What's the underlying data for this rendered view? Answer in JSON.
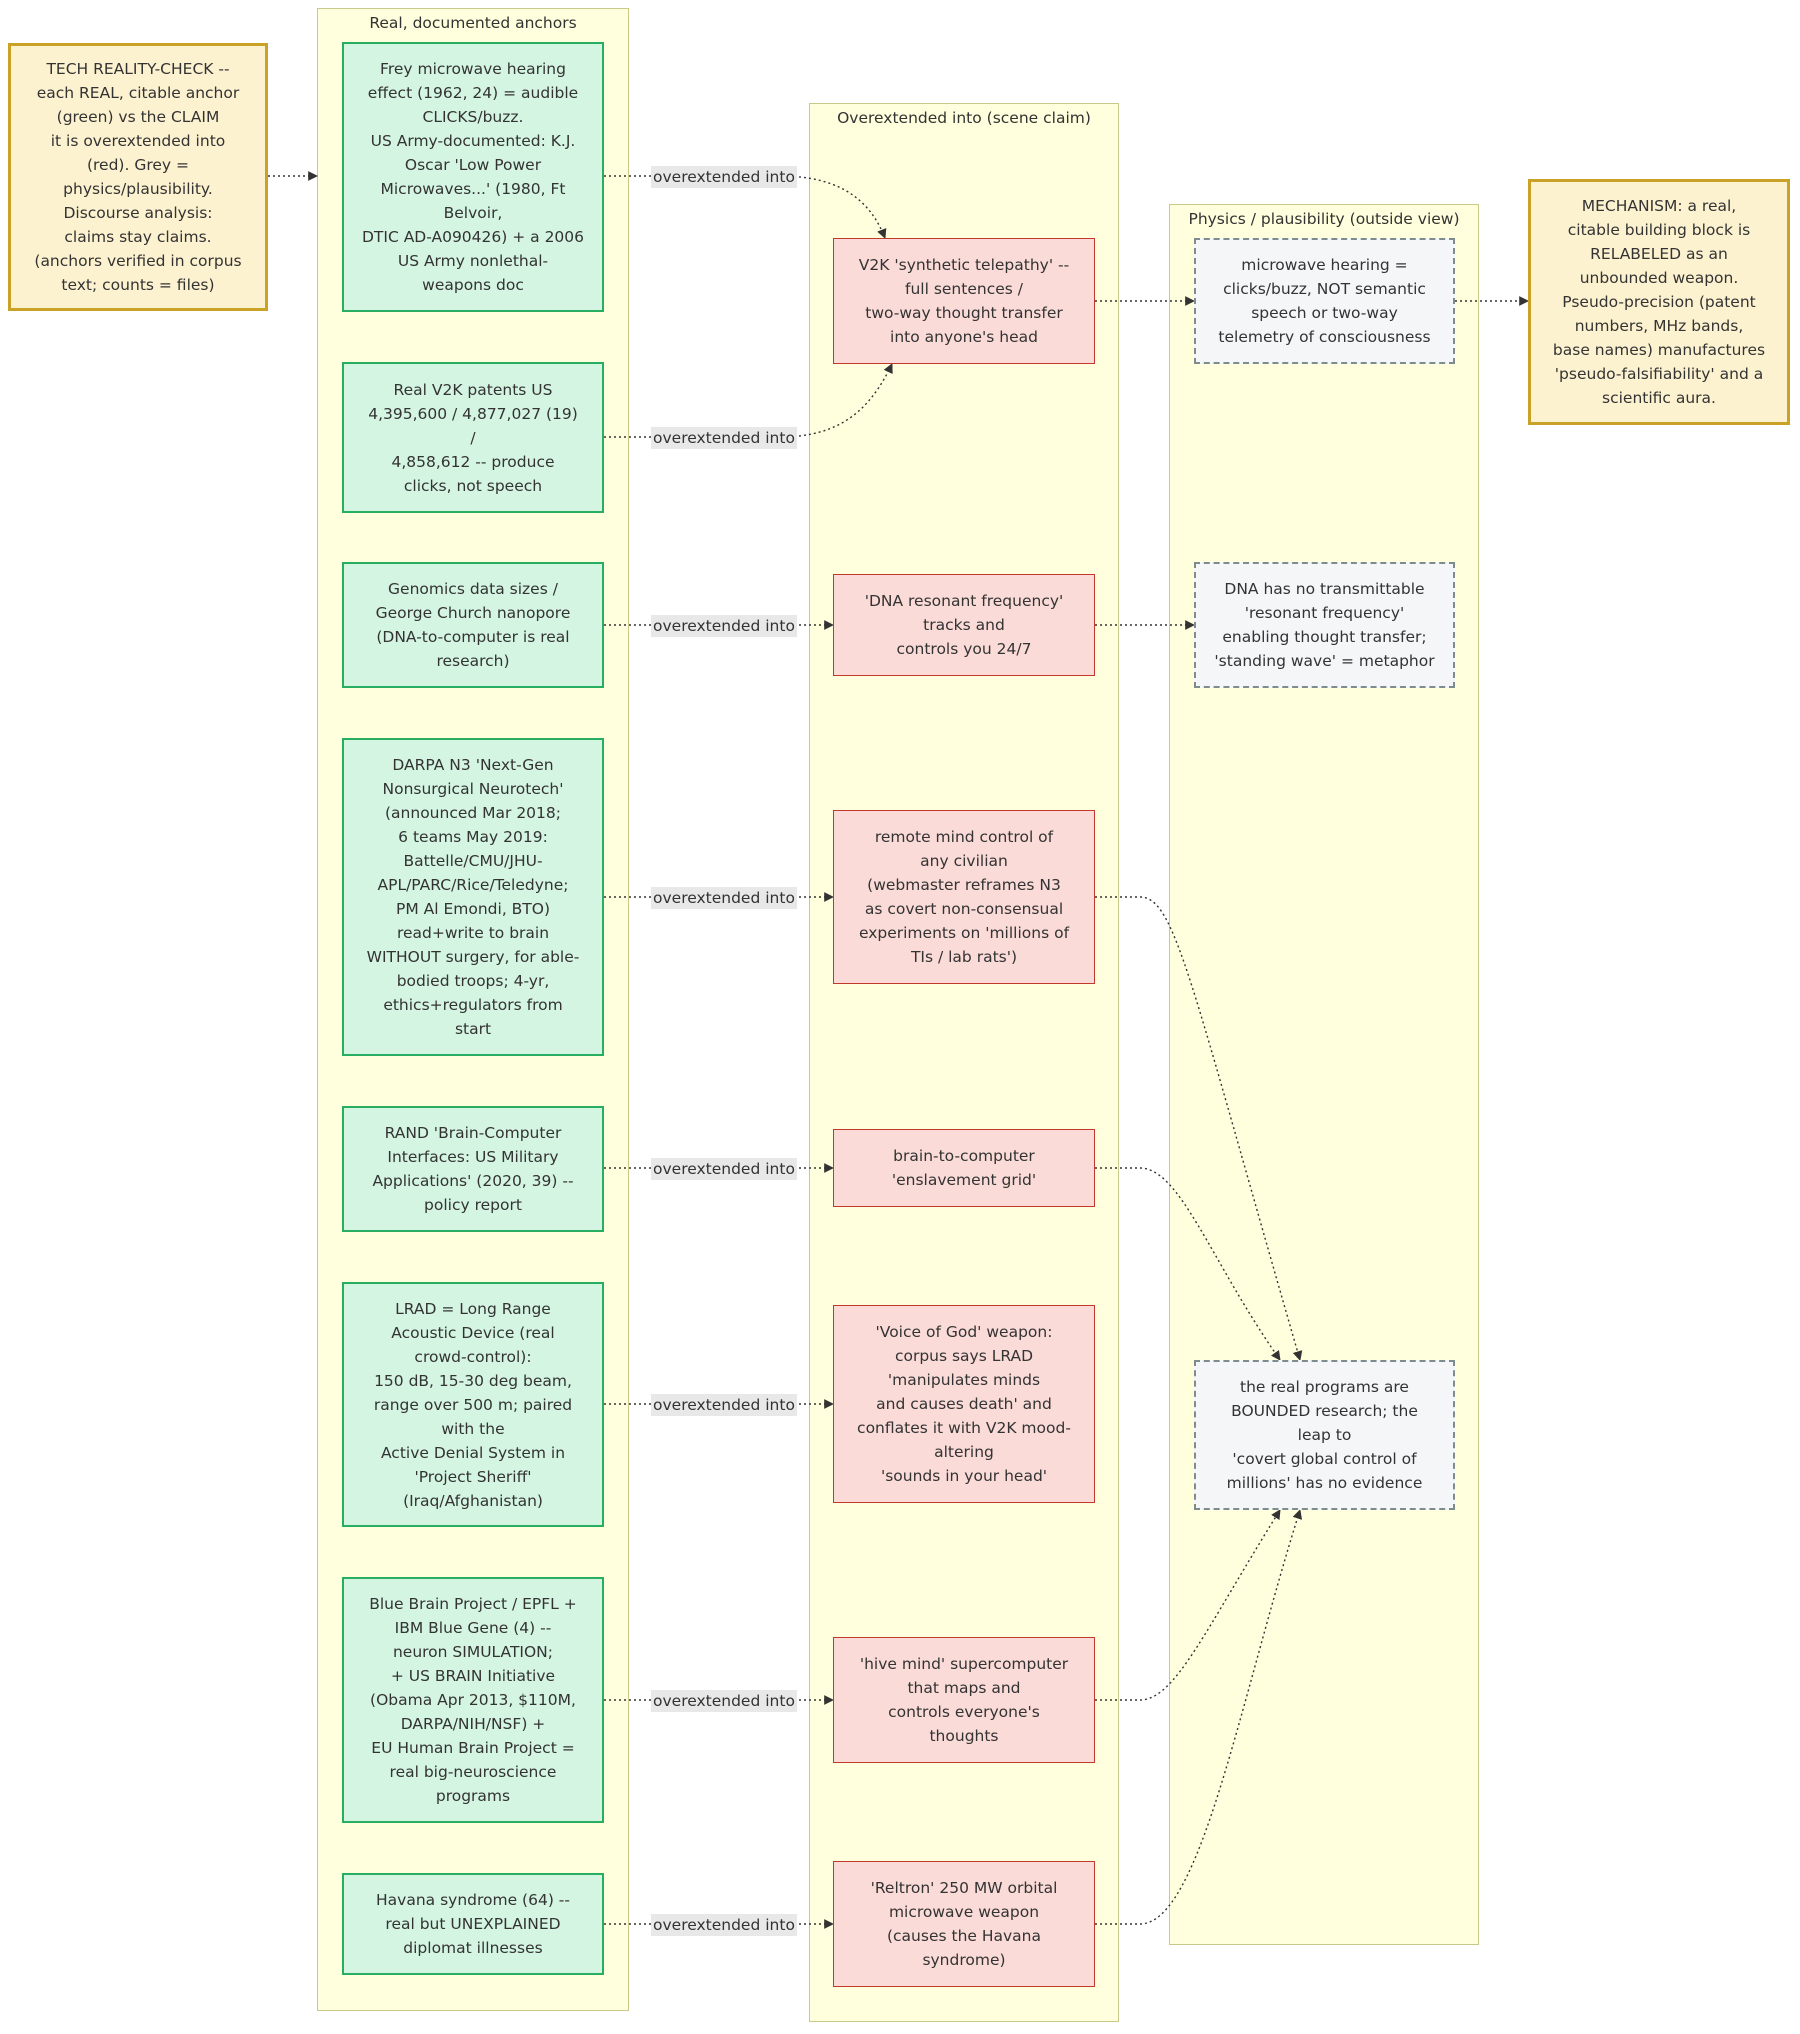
{
  "clusters": {
    "anchors_title": "Real, documented anchors",
    "claims_title": "Overextended into (scene claim)",
    "physics_title": "Physics / plausibility (outside view)"
  },
  "notes": {
    "reality_check": "TECH REALITY-CHECK --\neach REAL, citable anchor\n(green) vs the CLAIM\nit is overextended into\n(red). Grey =\nphysics/plausibility.\nDiscourse analysis:\nclaims stay claims.\n(anchors verified in corpus\ntext; counts = files)",
    "mechanism": "MECHANISM: a real,\ncitable building block is\nRELABELED as an\nunbounded weapon.\nPseudo-precision (patent\nnumbers, MHz bands,\nbase names) manufactures\n'pseudo-falsifiability' and a\nscientific aura."
  },
  "anchors": [
    "Frey microwave hearing\neffect (1962, 24) = audible\nCLICKS/buzz.\nUS Army-documented: K.J.\nOscar 'Low Power\nMicrowaves...' (1980, Ft\nBelvoir,\nDTIC AD-A090426) + a 2006\nUS Army nonlethal-\nweapons doc",
    "Real V2K patents US\n4,395,600 / 4,877,027 (19)\n/\n4,858,612 -- produce\nclicks, not speech",
    "Genomics data sizes /\nGeorge Church nanopore\n(DNA-to-computer is real\nresearch)",
    "DARPA N3 'Next-Gen\nNonsurgical Neurotech'\n(announced Mar 2018;\n6 teams May 2019:\nBattelle/CMU/JHU-\nAPL/PARC/Rice/Teledyne;\nPM Al Emondi, BTO)\nread+write to brain\nWITHOUT surgery, for able-\nbodied troops; 4-yr,\nethics+regulators from\nstart",
    "RAND 'Brain-Computer\nInterfaces: US Military\nApplications' (2020, 39) --\npolicy report",
    "LRAD = Long Range\nAcoustic Device (real\ncrowd-control):\n150 dB, 15-30 deg beam,\nrange over 500 m; paired\nwith the\nActive Denial System in\n'Project Sheriff'\n(Iraq/Afghanistan)",
    "Blue Brain Project / EPFL +\nIBM Blue Gene (4) --\nneuron SIMULATION;\n+ US BRAIN Initiative\n(Obama Apr 2013, $110M,\nDARPA/NIH/NSF) +\nEU Human Brain Project =\nreal big-neuroscience\nprograms",
    "Havana syndrome (64) --\nreal but UNEXPLAINED\ndiplomat illnesses"
  ],
  "claims": [
    "V2K 'synthetic telepathy' --\nfull sentences /\ntwo-way thought transfer\ninto anyone's head",
    "'DNA resonant frequency'\ntracks and\ncontrols you 24/7",
    "remote mind control of\nany civilian\n(webmaster reframes N3\nas covert non-consensual\nexperiments on 'millions of\nTIs / lab rats')",
    "brain-to-computer\n'enslavement grid'",
    "'Voice of God' weapon:\ncorpus says LRAD\n'manipulates minds\nand causes death' and\nconflates it with V2K mood-\naltering\n'sounds in your head'",
    "'hive mind' supercomputer\nthat maps and\ncontrols everyone's\nthoughts",
    "'Reltron' 250 MW orbital\nmicrowave weapon\n(causes the Havana\nsyndrome)"
  ],
  "physics": [
    "microwave hearing =\nclicks/buzz, NOT semantic\nspeech or two-way\ntelemetry of consciousness",
    "DNA has no transmittable\n'resonant frequency'\nenabling thought transfer;\n'standing wave' = metaphor",
    "the real programs are\nBOUNDED research; the\nleap to\n'covert global control of\nmillions' has no evidence"
  ],
  "edge_label": "overextended into",
  "colors": {
    "anchor_fill": "#d5f5e3",
    "anchor_border": "#27ae60",
    "claim_fill": "#fadbd8",
    "claim_border": "#c0392b",
    "plaus_fill": "#f4f6f7",
    "plaus_border": "#7f8c8d",
    "note_fill": "#fdf2d0",
    "note_border": "#c9a227",
    "cluster_fill": "#ffffdd"
  }
}
